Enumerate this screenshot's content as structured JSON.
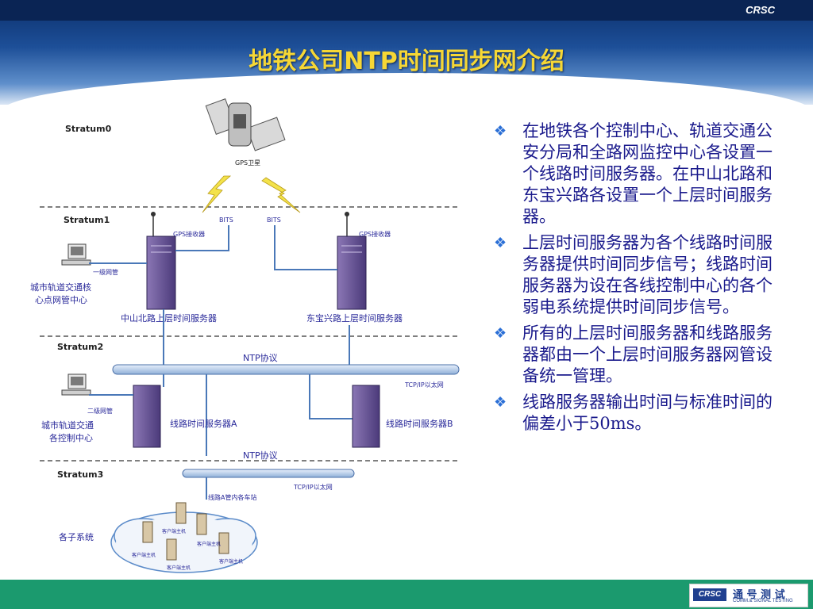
{
  "brand": "CRSC",
  "title": "地铁公司NTP时间同步网介绍",
  "bullets": [
    "在地铁各个控制中心、轨道交通公安分局和全路网监控中心各设置一个线路时间服务器。在中山北路和东宝兴路各设置一个上层时间服务器。",
    "上层时间服务器为各个线路时间服务器提供时间同步信号；线路时间服务器为设在各线控制中心的各个弱电系统提供时间同步信号。",
    "所有的上层时间服务器和线路服务器都由一个上层时间服务器网管设备统一管理。",
    "线路服务器输出时间与标准时间的偏差小于50ms。"
  ],
  "diagram": {
    "stratum0": "Stratum0",
    "stratum1": "Stratum1",
    "stratum2": "Stratum2",
    "stratum3": "Stratum3",
    "gps_satellite": "GPS卫星",
    "gps_receiver_1": "GPS接收器",
    "gps_receiver_2": "GPS接收器",
    "bits_1": "BITS",
    "bits_2": "BITS",
    "nms_level1": "一级网管",
    "nms_center_1": "城市轨道交通核",
    "nms_center_2": "心点网管中心",
    "server_zhongshan": "中山北路上层时间服务器",
    "server_dongbao": "东宝兴路上层时间服务器",
    "ntp_protocol_1": "NTP协议",
    "tcpip_1": "TCP/IP以太网",
    "nms_level2": "二级网管",
    "control_center_1": "城市轨道交通",
    "control_center_2": "各控制中心",
    "line_server_a": "线路时间服务器A",
    "line_server_b": "线路时间服务器B",
    "ntp_protocol_2": "NTP协议",
    "tcpip_2": "TCP/IP以太网",
    "line_a_stations": "线路A管内各车站",
    "subsystems": "各子系统",
    "client_1": "客户端主机",
    "client_2": "客户端主机",
    "client_3": "客户端主机",
    "client_4": "客户端主机",
    "client_5": "客户端主机"
  },
  "logo": {
    "mark": "CRSC",
    "cn": "通 号 测 试",
    "en": "COMM.& SIGNAL TESTING"
  },
  "colors": {
    "title": "#f6d735",
    "bullet_text": "#1a1a8c",
    "footer": "#1b9a6e",
    "diagram_label": "#2a2a9a"
  }
}
